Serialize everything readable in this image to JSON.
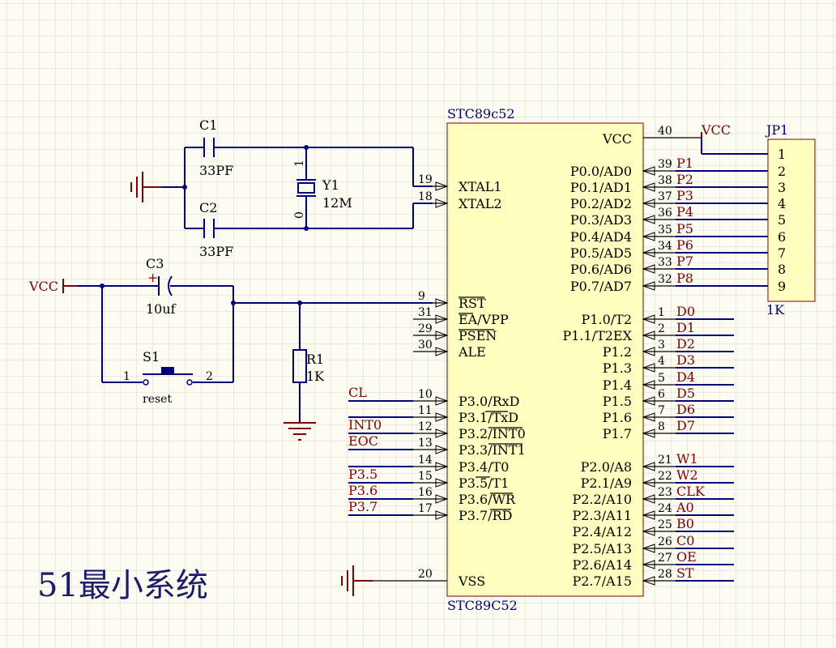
{
  "title": "51最小系统",
  "colors": {
    "wire": "#00007f",
    "body": "#ffffc0",
    "outline": "#7f0000",
    "net": "#7f0000",
    "text": "#000000"
  },
  "mcu": {
    "ref_top": "STC89c52",
    "ref_bottom": "STC89C52",
    "vcc_label": "VCC",
    "vcc_pin": "40",
    "left_pins": [
      {
        "num": "19",
        "name": "XTAL1"
      },
      {
        "num": "18",
        "name": "XTAL2"
      },
      {
        "num": "9",
        "name": "RST"
      },
      {
        "num": "31",
        "name": "EA/VPP"
      },
      {
        "num": "29",
        "name": "PSEN"
      },
      {
        "num": "30",
        "name": "ALE"
      },
      {
        "num": "10",
        "name": "P3.0/RxD"
      },
      {
        "num": "11",
        "name": "P3.1/TxD"
      },
      {
        "num": "12",
        "name": "P3.2/INT0"
      },
      {
        "num": "13",
        "name": "P3.3/INT1"
      },
      {
        "num": "14",
        "name": "P3.4/T0"
      },
      {
        "num": "15",
        "name": "P3.5/T1"
      },
      {
        "num": "16",
        "name": "P3.6/WR"
      },
      {
        "num": "17",
        "name": "P3.7/RD"
      },
      {
        "num": "20",
        "name": "VSS"
      }
    ],
    "left_nets": [
      "CL",
      "",
      "INT0",
      "EOC",
      "",
      "P3.5",
      "P3.6",
      "P3.7"
    ],
    "right_pins": [
      {
        "num": "39",
        "name": "P0.0/AD0",
        "net": "P1"
      },
      {
        "num": "38",
        "name": "P0.1/AD1",
        "net": "P2"
      },
      {
        "num": "37",
        "name": "P0.2/AD2",
        "net": "P3"
      },
      {
        "num": "36",
        "name": "P0.3/AD3",
        "net": "P4"
      },
      {
        "num": "35",
        "name": "P0.4/AD4",
        "net": "P5"
      },
      {
        "num": "34",
        "name": "P0.5/AD5",
        "net": "P6"
      },
      {
        "num": "33",
        "name": "P0.6/AD6",
        "net": "P7"
      },
      {
        "num": "32",
        "name": "P0.7/AD7",
        "net": "P8"
      },
      {
        "num": "1",
        "name": "P1.0/T2",
        "net": "D0"
      },
      {
        "num": "2",
        "name": "P1.1/T2EX",
        "net": "D1"
      },
      {
        "num": "3",
        "name": "P1.2",
        "net": "D2"
      },
      {
        "num": "4",
        "name": "P1.3",
        "net": "D3"
      },
      {
        "num": "5",
        "name": "P1.4",
        "net": "D4"
      },
      {
        "num": "6",
        "name": "P1.5",
        "net": "D5"
      },
      {
        "num": "7",
        "name": "P1.6",
        "net": "D6"
      },
      {
        "num": "8",
        "name": "P1.7",
        "net": "D7"
      },
      {
        "num": "21",
        "name": "P2.0/A8",
        "net": "W1"
      },
      {
        "num": "22",
        "name": "P2.1/A9",
        "net": "W2"
      },
      {
        "num": "23",
        "name": "P2.2/A10",
        "net": "CLK"
      },
      {
        "num": "24",
        "name": "P2.3/A11",
        "net": "A0"
      },
      {
        "num": "25",
        "name": "P2.4/A12",
        "net": "B0"
      },
      {
        "num": "26",
        "name": "P2.5/A13",
        "net": "C0"
      },
      {
        "num": "27",
        "name": "P2.6/A14",
        "net": "OE"
      },
      {
        "num": "28",
        "name": "P2.7/A15",
        "net": "ST"
      }
    ]
  },
  "header": {
    "ref": "JP1",
    "value": "1K",
    "vcc_label": "VCC",
    "pins": [
      "1",
      "2",
      "3",
      "4",
      "5",
      "6",
      "7",
      "8",
      "9"
    ]
  },
  "components": {
    "c1": {
      "ref": "C1",
      "value": "33PF"
    },
    "c2": {
      "ref": "C2",
      "value": "33PF"
    },
    "c3": {
      "ref": "C3",
      "value": "10uf",
      "plus": "+"
    },
    "y1": {
      "ref": "Y1",
      "value": "12M",
      "pin_top": "1",
      "pin_bottom": "0"
    },
    "r1": {
      "ref": "R1",
      "value": "1K"
    },
    "s1": {
      "ref": "S1",
      "value": "reset",
      "pin1": "1",
      "pin2": "2"
    },
    "vcc_left": "VCC"
  }
}
